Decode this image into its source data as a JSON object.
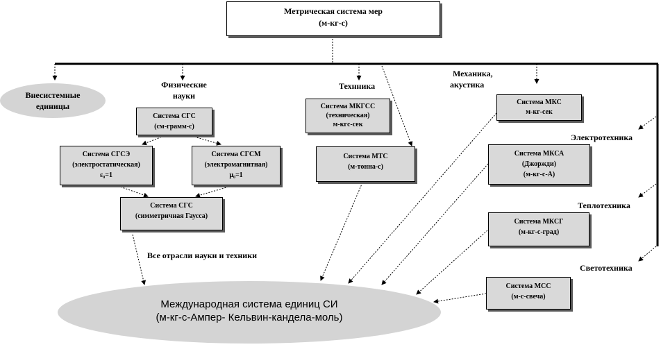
{
  "root": {
    "line1": "Метрическая система мер",
    "line2": "(м-кг-с)"
  },
  "labels": {
    "vnesistemnye_1": "Внесистемные",
    "vnesistemnye_2": "единицы",
    "fizicheskie_1": "Физические",
    "fizicheskie_2": "науки",
    "tekhnika": "Технника",
    "mekhanika_1": "Механика,",
    "mekhanika_2": "акустика",
    "elektrotekhnika": "Электротехника",
    "teplotekhnika": "Теплотехника",
    "svetotekhnika": "Светотехника",
    "all_branches": "Все отрасли науки и техники"
  },
  "boxes": {
    "sgs": {
      "l1": "Система СГС",
      "l2": "(см-грамм-с)"
    },
    "sgse": {
      "l1": "Система СГСЭ",
      "l2": "(электростатическая)",
      "l3": "ε₀=1"
    },
    "sgsm": {
      "l1": "Система СГСМ",
      "l2": "(электромагнитная)",
      "l3": "μ₀=1"
    },
    "sgs_gauss": {
      "l1": "Система СГС",
      "l2": "(симметричная Гаусса)"
    },
    "mkgss": {
      "l1": "Система МКГСС",
      "l2": "(техническая)",
      "l3": "м-кгс-сек"
    },
    "mts": {
      "l1": "Система МТС",
      "l2": "(м-тонна-с)"
    },
    "mks": {
      "l1": "Система МКС",
      "l2": "м-кг-сек"
    },
    "mksa": {
      "l1": "Система МКСА",
      "l2": "(Джоржди)",
      "l3": "(м-кг-с-А)"
    },
    "mksg": {
      "l1": "Система МКСГ",
      "l2": "(м-кг-с-град)"
    },
    "mss": {
      "l1": "Система МСС",
      "l2": "(м-с-свеча)"
    }
  },
  "si": {
    "line1": "Международная  система  единиц  СИ",
    "line2": "(м-кг-с-Ампер- Кельвин-кандела-моль)"
  }
}
